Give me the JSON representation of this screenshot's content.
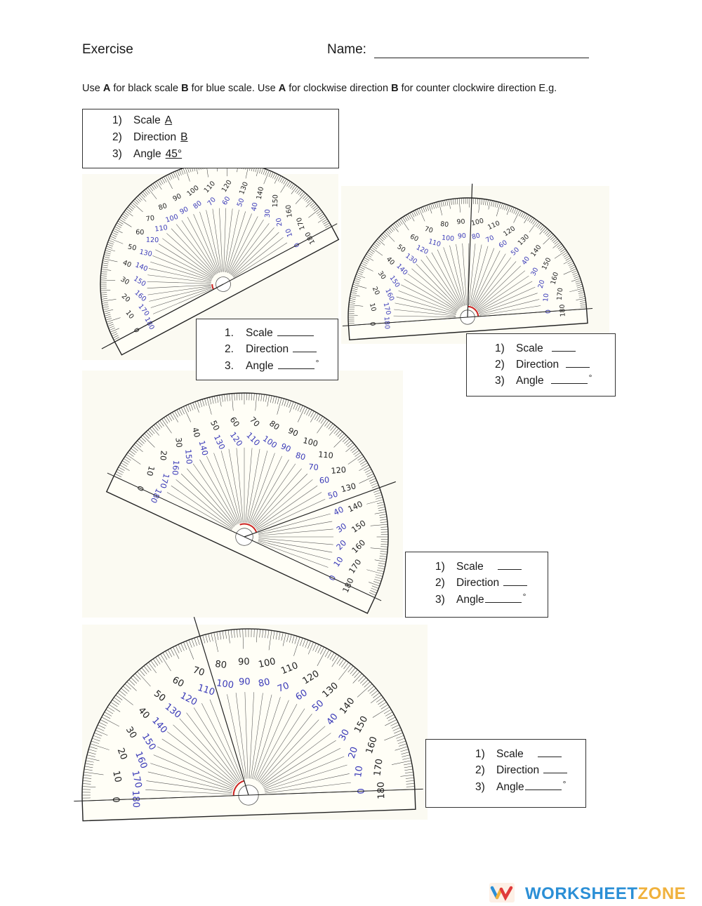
{
  "header": {
    "title": "Exercise",
    "name_label": "Name:"
  },
  "instructions": {
    "part1": "Use ",
    "a1": "A",
    "part2": " for black scale ",
    "b1": "B",
    "part3": " for blue scale. Use ",
    "a2": "A",
    "part4": " for clockwise direction ",
    "b2": "B",
    "part5": " for counter clockwire direction E.g."
  },
  "example_box": {
    "items": [
      {
        "num": "1)",
        "label": "Scale",
        "answer": "A"
      },
      {
        "num": "2)",
        "label": "Direction",
        "answer": "B"
      },
      {
        "num": "3)",
        "label": "Angle",
        "answer": "45°"
      }
    ]
  },
  "questions": [
    {
      "id": 1,
      "items": [
        {
          "num": "1.",
          "label": "Scale"
        },
        {
          "num": "2.",
          "label": "Direction"
        },
        {
          "num": "3.",
          "label": "Angle",
          "suffix": "°"
        }
      ]
    },
    {
      "id": 2,
      "items": [
        {
          "num": "1)",
          "label": "Scale"
        },
        {
          "num": "2)",
          "label": "Direction"
        },
        {
          "num": "3)",
          "label": "Angle",
          "suffix": "°"
        }
      ]
    },
    {
      "id": 3,
      "items": [
        {
          "num": "1)",
          "label": "Scale"
        },
        {
          "num": "2)",
          "label": "Direction"
        },
        {
          "num": "3)",
          "label": "Angle",
          "suffix": "°"
        }
      ]
    },
    {
      "id": 4,
      "items": [
        {
          "num": "1)",
          "label": "Scale"
        },
        {
          "num": "2)",
          "label": "Direction"
        },
        {
          "num": "3)",
          "label": "Angle",
          "suffix": "°"
        }
      ]
    }
  ],
  "protractors": {
    "outer_scale_labels": [
      "0",
      "10",
      "20",
      "30",
      "40",
      "50",
      "60",
      "70",
      "80",
      "90",
      "100",
      "110",
      "120",
      "130",
      "140",
      "150",
      "160",
      "170",
      "180"
    ],
    "inner_scale_labels": [
      "180",
      "170",
      "160",
      "150",
      "140",
      "130",
      "120",
      "110",
      "100",
      "90",
      "80",
      "70",
      "60",
      "50",
      "40",
      "30",
      "20",
      "10",
      "0"
    ],
    "outer_color": "#222222",
    "inner_color": "#3a3ab8",
    "arc_marker_color": "#cc2222"
  },
  "footer": {
    "brand_part1": "WORKSHEET",
    "brand_part2": "ZONE"
  }
}
